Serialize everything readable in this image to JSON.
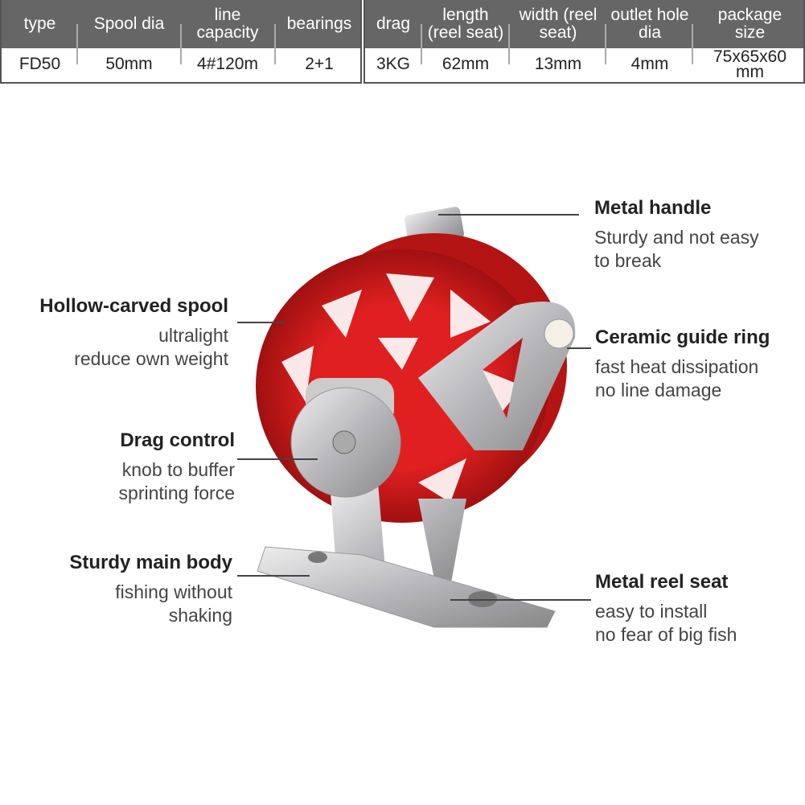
{
  "spec_table": {
    "left": {
      "headers": [
        "type",
        "Spool dia",
        "line capacity",
        "bearings"
      ],
      "values": [
        "FD50",
        "50mm",
        "4#120m",
        "2+1"
      ]
    },
    "right": {
      "headers": [
        "drag",
        "length (reel seat)",
        "width (reel seat)",
        "outlet hole dia",
        "package size"
      ],
      "values": [
        "3KG",
        "62mm",
        "13mm",
        "4mm",
        "75x65x60 mm"
      ]
    }
  },
  "callouts": {
    "metal_handle": {
      "title": "Metal handle",
      "lines": [
        "Sturdy and not easy",
        "to break"
      ]
    },
    "spool": {
      "title": "Hollow-carved spool",
      "lines": [
        "ultralight",
        "reduce own weight"
      ]
    },
    "guide_ring": {
      "title": "Ceramic guide ring",
      "lines": [
        "fast heat dissipation",
        "no line damage"
      ]
    },
    "drag": {
      "title": "Drag control",
      "lines": [
        "knob to buffer",
        "sprinting force"
      ]
    },
    "body": {
      "title": "Sturdy main body",
      "lines": [
        "fishing without",
        "shaking"
      ]
    },
    "seat": {
      "title": "Metal reel seat",
      "lines": [
        "easy to install",
        "no fear of big fish"
      ]
    }
  },
  "colors": {
    "header": "#666666",
    "spool": "#d81e1e",
    "metal": "#c8c8cc"
  }
}
